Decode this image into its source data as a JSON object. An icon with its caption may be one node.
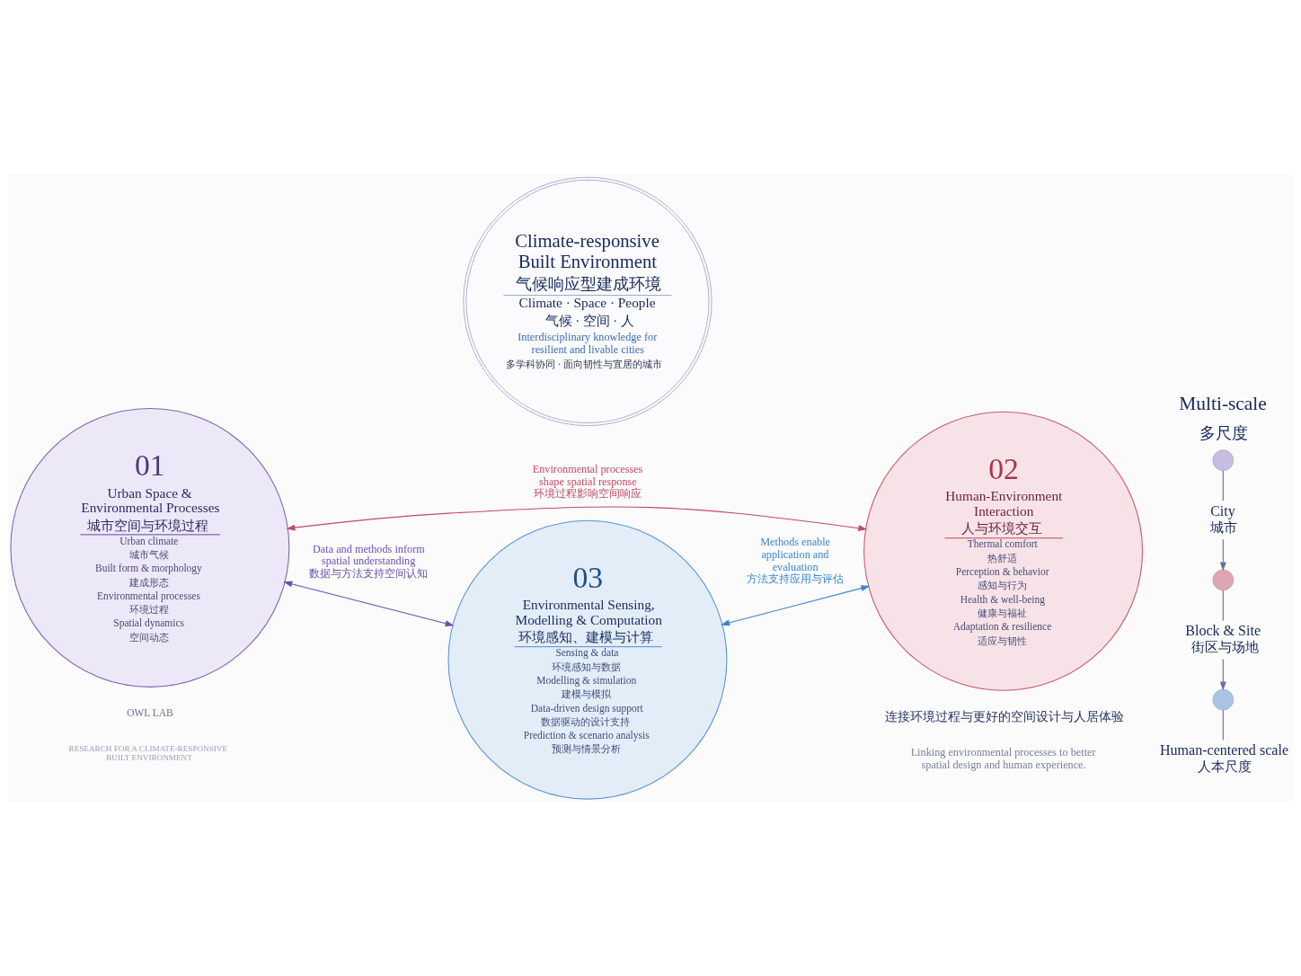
{
  "diagram": {
    "nodes": [
      {
        "text": [
          "01",
          "Urban Space & Environmental Processes",
          "城市空间与环境过程",
          "Urban climate",
          "城市气候",
          "Built form & morphology",
          "建成形态",
          "Environmental processes",
          "环境过程",
          "Spatial dynamics",
          "空间动态"
        ]
      },
      {
        "text": [
          "02",
          "Human-Environment Interaction",
          "人与环境交互",
          "Thermal comfort",
          "热舒适",
          "Perception & behavior",
          "感知与行为",
          "Health & well-being",
          "健康与福祉",
          "Adaptation & resilience",
          "适应与韧性"
        ]
      },
      {
        "text": [
          "Climate-responsive Built Environment",
          "气候响应型建成环境",
          "Climate · Space · People",
          "气候 · 空间 · 人",
          "Interdisciplinary knowledge for resilient and livable cities",
          "多学科协同 · 面向韧性与宜居的城市"
        ]
      },
      {
        "text": [
          "03",
          "Environmental Sensing, Modelling & Computation",
          "环境感知、建模与计算",
          "Sensing & data",
          "环境感知与数据",
          "Modelling & simulation",
          "建模与模拟",
          "Data-driven design support",
          "数据驱动的设计支持",
          "Prediction & scenario analysis",
          "预测与情景分析"
        ]
      },
      {
        "text": [],
        "shape": "circle"
      },
      {
        "text": [
          "City",
          "城市"
        ]
      },
      {
        "text": [],
        "shape": "circle"
      },
      {
        "text": [
          "Block & Site",
          "街区与场地"
        ]
      },
      {
        "text": [],
        "shape": "circle"
      },
      {
        "text": [
          "Human-centered scale",
          "人本尺度"
        ]
      }
    ],
    "edges": [
      {
        "from": 0,
        "to": 1,
        "arrow": "both",
        "label": "Environmental processes shape spatial response 环境过程影响空间响应",
        "color": "#c44a62"
      },
      {
        "from": 0,
        "to": 3,
        "arrow": "both",
        "label": "Data and methods inform spatial understanding 数据与方法支持空间认知",
        "color": "#6a52ad"
      },
      {
        "from": 3,
        "to": 1,
        "arrow": "both",
        "label": "Methods enable application and evaluation 方法支持应用与评估",
        "color": "#3a86d0"
      },
      {
        "from": 4,
        "to": 5,
        "arrow": "none"
      },
      {
        "from": 5,
        "to": 6,
        "arrow": "to"
      },
      {
        "from": 6,
        "to": 7,
        "arrow": "none"
      },
      {
        "from": 7,
        "to": 8,
        "arrow": "to"
      },
      {
        "from": 8,
        "to": 9,
        "arrow": "none"
      }
    ],
    "labels": [
      "Multi-scale",
      "多尺度",
      "OWL LAB",
      "RESEARCH FOR A CLIMATE-RESPONSIVE BUILT ENVIRONMENT",
      "连接环境过程与更好的空间设计与人居体验",
      "Linking environmental processes to better spatial design and human experience."
    ]
  }
}
